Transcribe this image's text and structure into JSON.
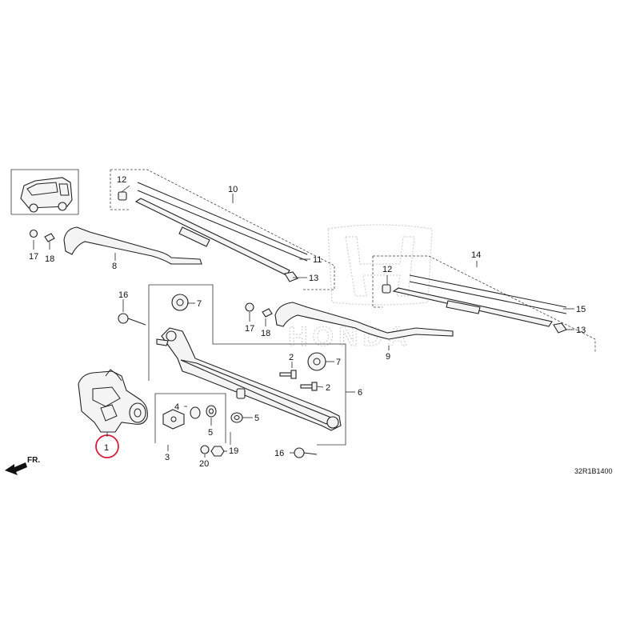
{
  "diagram": {
    "code": "32R1B1400",
    "front_marker": "FR.",
    "watermark": "HONDA",
    "highlight_color": "#d3203a",
    "callouts": [
      {
        "id": "c1",
        "label": "1"
      },
      {
        "id": "c2a",
        "label": "2"
      },
      {
        "id": "c2b",
        "label": "2"
      },
      {
        "id": "c3",
        "label": "3"
      },
      {
        "id": "c4",
        "label": "4"
      },
      {
        "id": "c5a",
        "label": "5"
      },
      {
        "id": "c5b",
        "label": "5"
      },
      {
        "id": "c6",
        "label": "6"
      },
      {
        "id": "c7a",
        "label": "7"
      },
      {
        "id": "c7b",
        "label": "7"
      },
      {
        "id": "c8",
        "label": "8"
      },
      {
        "id": "c9",
        "label": "9"
      },
      {
        "id": "c10",
        "label": "10"
      },
      {
        "id": "c11",
        "label": "11"
      },
      {
        "id": "c12a",
        "label": "12"
      },
      {
        "id": "c12b",
        "label": "12"
      },
      {
        "id": "c13a",
        "label": "13"
      },
      {
        "id": "c13b",
        "label": "13"
      },
      {
        "id": "c14",
        "label": "14"
      },
      {
        "id": "c15",
        "label": "15"
      },
      {
        "id": "c16a",
        "label": "16"
      },
      {
        "id": "c16b",
        "label": "16"
      },
      {
        "id": "c17a",
        "label": "17"
      },
      {
        "id": "c17b",
        "label": "17"
      },
      {
        "id": "c18a",
        "label": "18"
      },
      {
        "id": "c18b",
        "label": "18"
      },
      {
        "id": "c19",
        "label": "19"
      },
      {
        "id": "c20",
        "label": "20"
      }
    ]
  }
}
